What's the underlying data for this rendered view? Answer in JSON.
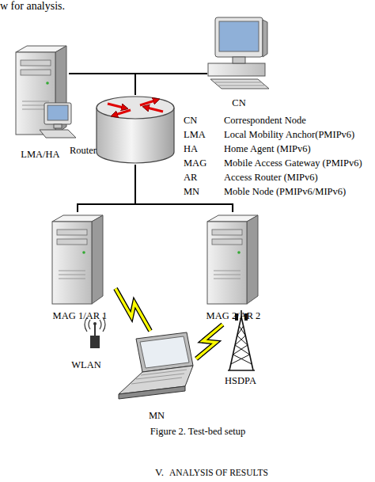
{
  "diagram": {
    "caption": "Figure 2. Test-bed setup",
    "nodes": [
      {
        "text": [
          "LMA/HA"
        ]
      },
      {
        "text": [
          "CN"
        ]
      },
      {
        "text": [
          "Router"
        ]
      },
      {
        "text": [
          "MAG 1/AR 1"
        ]
      },
      {
        "text": [
          "MAG 2/AR 2"
        ]
      },
      {
        "text": [
          "WLAN"
        ]
      },
      {
        "text": [
          "HSDPA"
        ]
      },
      {
        "text": [
          "MN"
        ]
      }
    ],
    "edges": [
      {
        "from": 2,
        "to": 0,
        "arrow": "none"
      },
      {
        "from": 2,
        "to": 1,
        "arrow": "none"
      },
      {
        "from": 2,
        "to": 3,
        "arrow": "none"
      },
      {
        "from": 2,
        "to": 4,
        "arrow": "none"
      },
      {
        "from": 3,
        "to": 7,
        "arrow": "none"
      },
      {
        "from": 4,
        "to": 7,
        "arrow": "none"
      }
    ],
    "labels": [
      "w for analysis.",
      "CN",
      "Correspondent Node",
      "LMA",
      "Local Mobility Anchor(PMIPv6)",
      "HA",
      "Home Agent (MIPv6)",
      "MAG",
      "Mobile Access Gateway (PMIPv6)",
      "AR",
      "Access Router (MIPv6)",
      "MN",
      "Moble Node (PMIPv6/MIPv6)",
      "V.",
      "ANALYSIS OF RESULTS"
    ]
  }
}
